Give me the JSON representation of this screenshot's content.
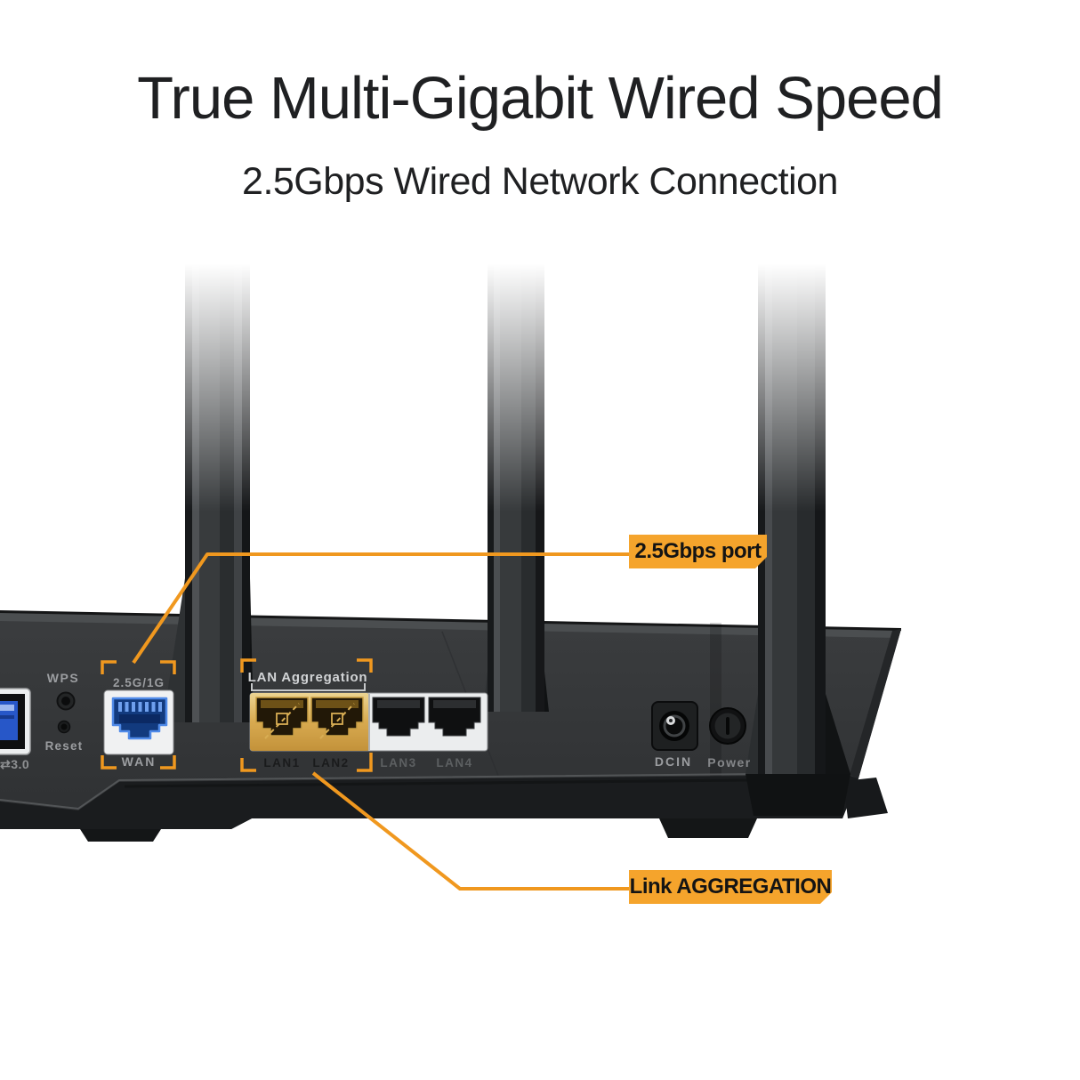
{
  "header": {
    "title": "True Multi-Gigabit Wired Speed",
    "subtitle": "2.5Gbps Wired Network Connection"
  },
  "callouts": {
    "port": {
      "label": "2.5Gbps port"
    },
    "aggregation": {
      "label": "Link AGGREGATION"
    }
  },
  "panel": {
    "usb_icon": "⇄",
    "usb_version": "3.0",
    "wps_label": "WPS",
    "reset_label": "Reset",
    "wan_speed_label": "2.5G/1G",
    "wan_label": "WAN",
    "lan_aggregation_label": "LAN Aggregation",
    "lan_labels": [
      "LAN1",
      "LAN2",
      "LAN3",
      "LAN4"
    ],
    "dcin_label": "DCIN",
    "power_label": "Power"
  },
  "icons": {
    "usb": "usb-3-arrows-icon",
    "wps_button": "wps-button",
    "reset_button": "reset-button",
    "power_button": "power-button"
  },
  "colors": {
    "accent_orange_label": "#F5A42C",
    "accent_orange_line": "#F0981F",
    "body_gray": "#353739",
    "bezel_dark": "#1A1C1E",
    "wan_port_blue": "#2E6BD2",
    "lan_aggregation_gold": "#D8AA50",
    "panel_text_gray": "#9B9DA0",
    "title_text": "#1F2022"
  }
}
